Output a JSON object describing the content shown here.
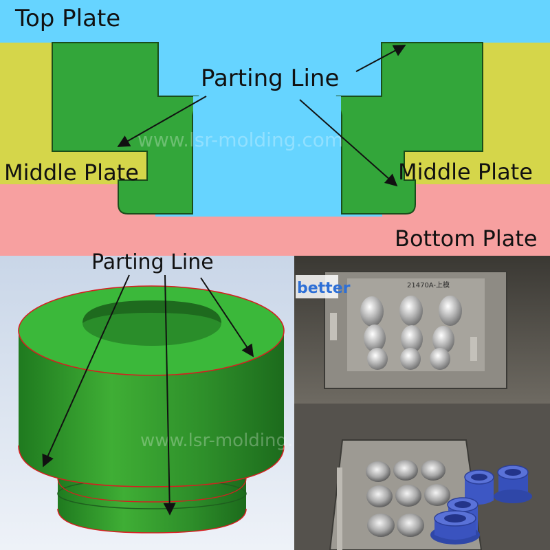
{
  "labels": {
    "top_plate": "Top Plate",
    "parting_line": "Parting Line",
    "middle_plate_left": "Middle Plate",
    "middle_plate_right": "Middle Plate",
    "bottom_plate": "Bottom Plate",
    "parting_line_3d": "Parting Line",
    "watermark_top": "www.lsr-molding.com",
    "watermark_bottom": "www.lsr-molding.com",
    "photo_mold_mark": "21470A-上模",
    "photo_logo": "better"
  },
  "colors": {
    "top_plate": "#66d4ff",
    "middle_plate": "#d5d64a",
    "bottom_plate": "#f7a0a0",
    "part": "#33a63a",
    "parting_line_3d": "#d42020",
    "seal_blue": "#3d57c4"
  },
  "icons": {
    "arrow_marker": "arrowhead"
  }
}
